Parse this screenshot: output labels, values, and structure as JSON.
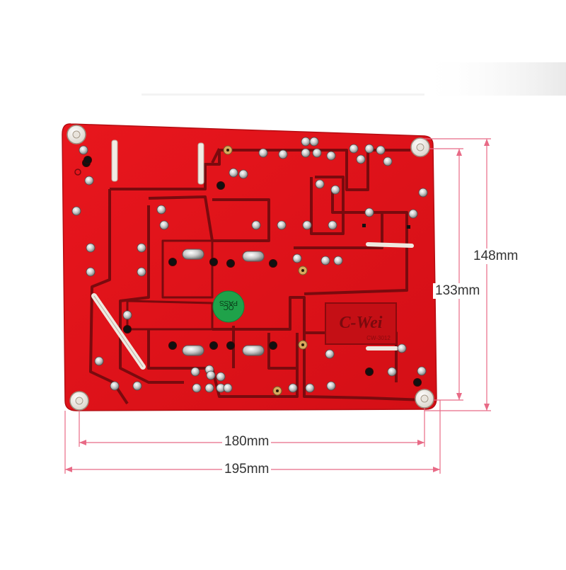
{
  "product": {
    "brand_logo_text": "C-Wei",
    "model_text": "CW-3012",
    "qc_sticker": {
      "line1": "QC",
      "line2": "PASS"
    }
  },
  "dimensions": {
    "height_outer": "148mm",
    "height_inner": "133mm",
    "width_inner": "180mm",
    "width_outer": "195mm"
  },
  "colors": {
    "board_red": "#e3121a",
    "trace_dark": "#7a0a0e",
    "qc_sticker_green": "#1fa24a",
    "dimension_line_pink": "#e86a86"
  }
}
